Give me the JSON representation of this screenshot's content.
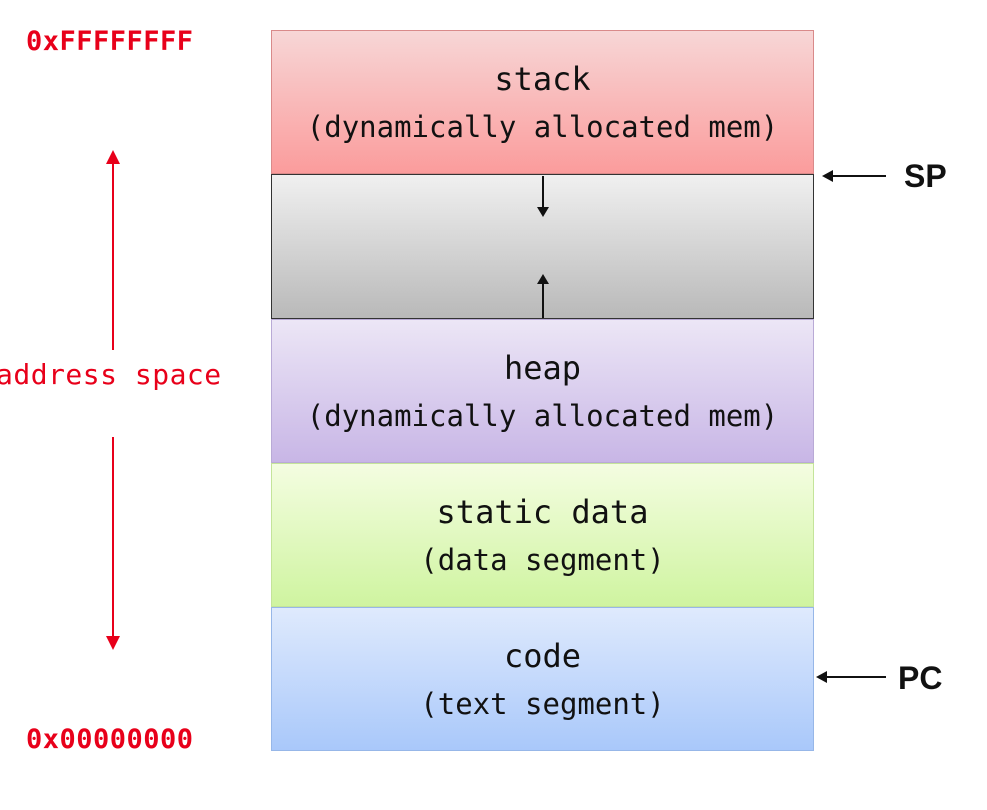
{
  "address_labels": {
    "top": "0xFFFFFFFF",
    "bottom": "0x00000000",
    "span": "address space"
  },
  "segments": {
    "stack": {
      "title": "stack",
      "subtitle": "(dynamically allocated mem)"
    },
    "free": {
      "title": "",
      "subtitle": ""
    },
    "heap": {
      "title": "heap",
      "subtitle": "(dynamically allocated mem)"
    },
    "static": {
      "title": "static data",
      "subtitle": "(data segment)"
    },
    "code": {
      "title": "code",
      "subtitle": "(text segment)"
    }
  },
  "pointers": {
    "sp": "SP",
    "pc": "PC"
  },
  "colors": {
    "address_red": "#e8001a",
    "stack": "#fb9c9c",
    "free": "#c8c8c8",
    "heap": "#c8b6e6",
    "static": "#cff4a0",
    "code": "#a9c8fa"
  }
}
